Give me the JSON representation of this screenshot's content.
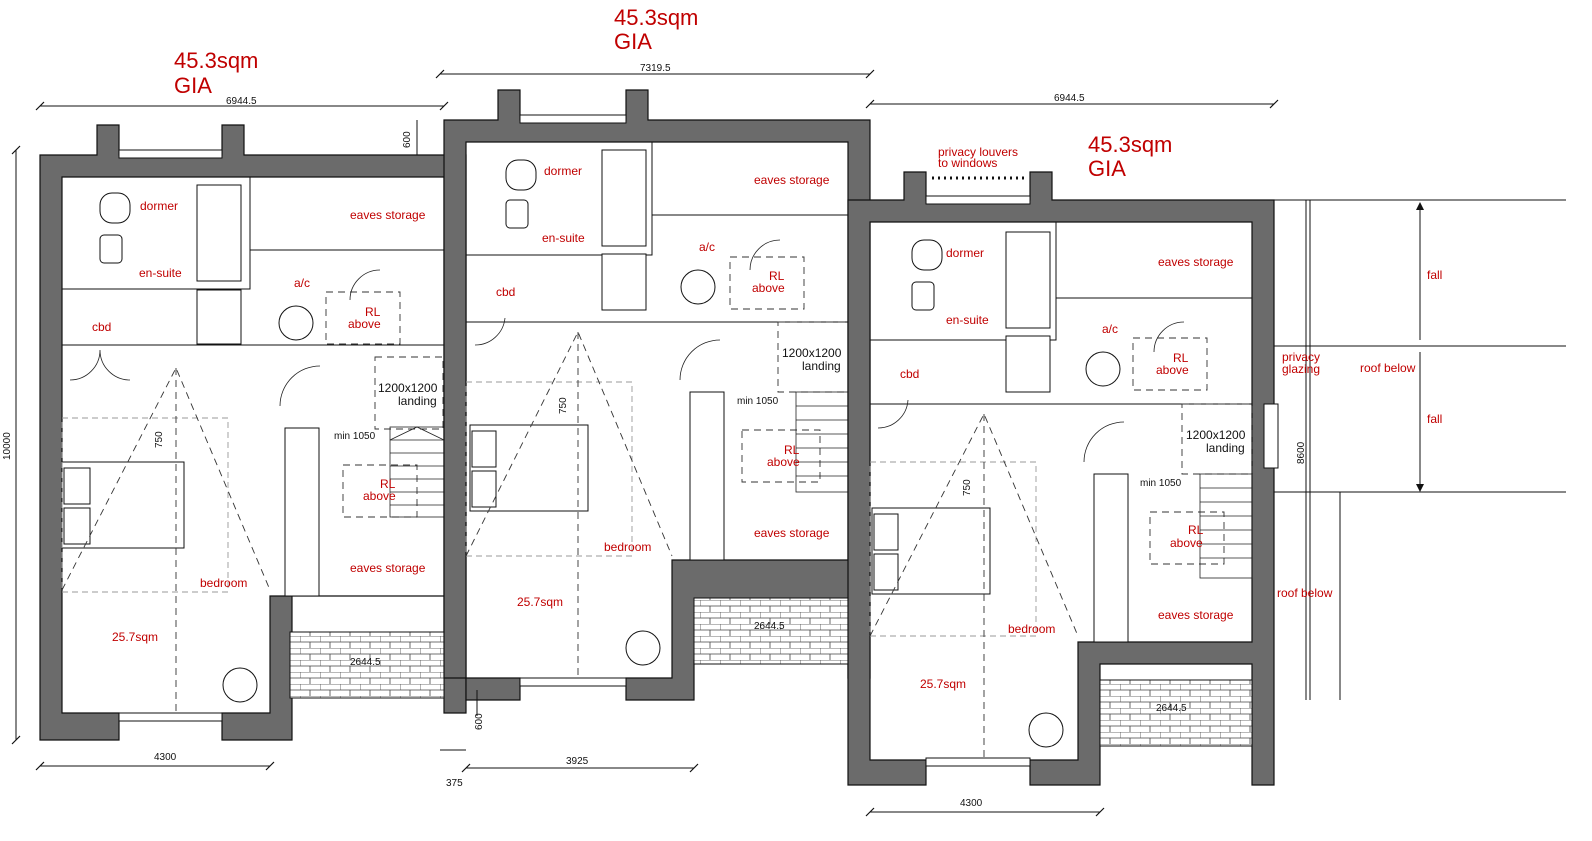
{
  "units": [
    {
      "area": [
        "45.3sqm",
        "GIA"
      ],
      "width_top": "6944.5",
      "width_bottom": "4300",
      "depth": "10000",
      "gap": "600",
      "room_labels": {
        "dormer": "dormer",
        "ensuite": "en-suite",
        "eaves1": "eaves storage",
        "ac": "a/c",
        "rl": [
          "RL",
          "above"
        ],
        "cbd": "cbd",
        "landing": [
          "1200x1200",
          "landing"
        ],
        "min": "min 1050",
        "rl2": [
          "RL",
          "above"
        ],
        "bedroom": "bedroom",
        "eaves2": "eaves storage",
        "sqm": "25.7sqm",
        "clear": "750",
        "roof_dim": "2644.5"
      }
    },
    {
      "area": [
        "45.3sqm",
        "GIA"
      ],
      "width_top": "7319.5",
      "width_bottom": "3925",
      "offset": "375",
      "gap": "600",
      "room_labels": {
        "dormer": "dormer",
        "ensuite": "en-suite",
        "eaves1": "eaves storage",
        "ac": "a/c",
        "rl": [
          "RL",
          "above"
        ],
        "cbd": "cbd",
        "landing": [
          "1200x1200",
          "landing"
        ],
        "min": "min 1050",
        "rl2": [
          "RL",
          "above"
        ],
        "bedroom": "bedroom",
        "eaves2": "eaves storage",
        "sqm": "25.7sqm",
        "clear": "750",
        "roof_dim": "2644.5"
      }
    },
    {
      "area": [
        "45.3sqm",
        "GIA"
      ],
      "width_top": "6944.5",
      "width_bottom": "4300",
      "depth": "8600",
      "louvers": [
        "privacy louvers",
        "to windows"
      ],
      "room_labels": {
        "dormer": "dormer",
        "ensuite": "en-suite",
        "eaves1": "eaves storage",
        "ac": "a/c",
        "rl": [
          "RL",
          "above"
        ],
        "cbd": "cbd",
        "landing": [
          "1200x1200",
          "landing"
        ],
        "min": "min 1050",
        "rl2": [
          "RL",
          "above"
        ],
        "bedroom": "bedroom",
        "eaves2": "eaves storage",
        "sqm": "25.7sqm",
        "clear": "750",
        "roof_dim": "2644.5"
      }
    }
  ],
  "roof": {
    "fall": "fall",
    "fall2": "fall",
    "roof_below": "roof below",
    "privacy_glazing": [
      "privacy",
      "glazing"
    ],
    "roof_below_lower": "roof below"
  },
  "colors": {
    "wall": "#6b6b6b",
    "label": "#c00000",
    "line": "#111111"
  }
}
